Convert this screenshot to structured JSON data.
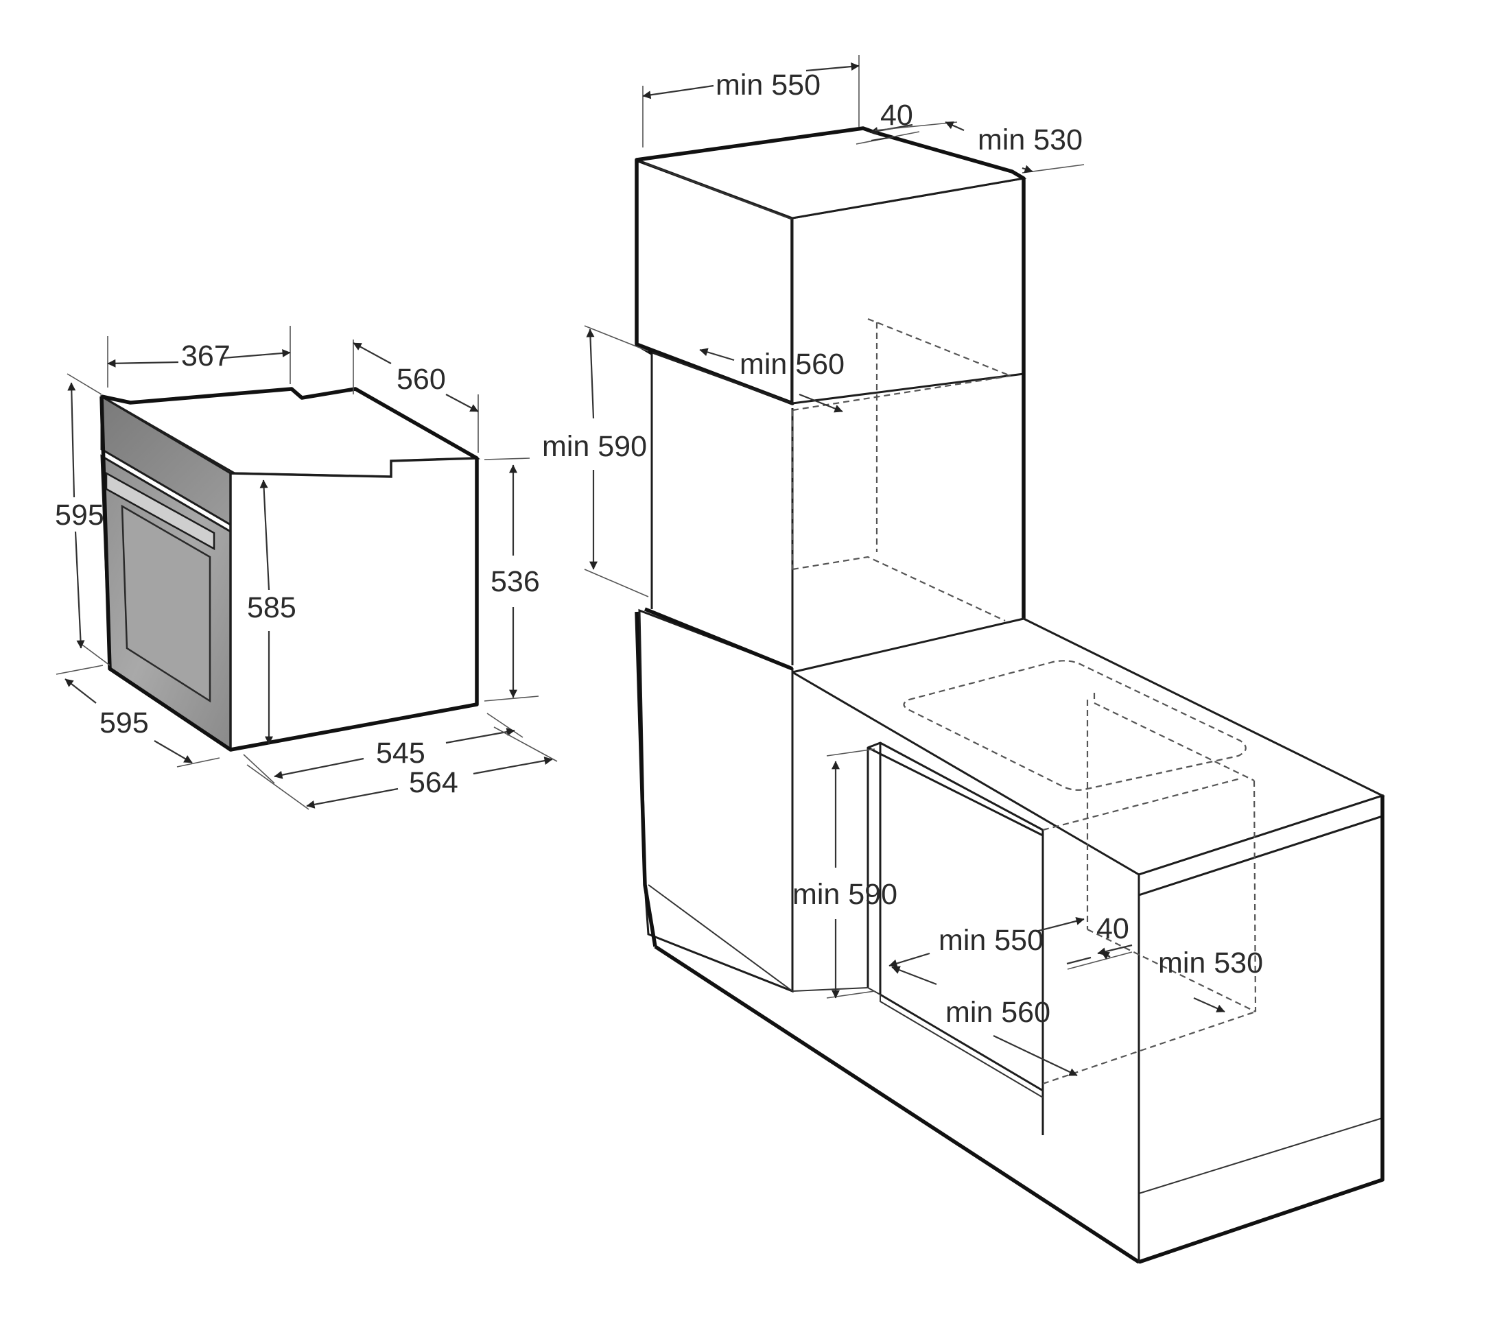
{
  "dimensions": {
    "oven": {
      "width_top": "367",
      "depth_top": "560",
      "height_left": "595",
      "height_front": "585",
      "height_side": "536",
      "width_bottom": "595",
      "depth_545": "545",
      "depth_564": "564"
    },
    "column_install": {
      "width": "min 550",
      "gap": "40",
      "depth": "min 530",
      "inner_depth": "min 560",
      "height": "min 590"
    },
    "under_counter_install": {
      "height": "min 590",
      "width": "min 550",
      "gap": "40",
      "depth": "min 530",
      "inner_depth": "min 560"
    }
  },
  "colors": {
    "line": "#1d1d1d",
    "panel_gray": "#9a9a9a",
    "panel_dark": "#6e6e6e"
  }
}
